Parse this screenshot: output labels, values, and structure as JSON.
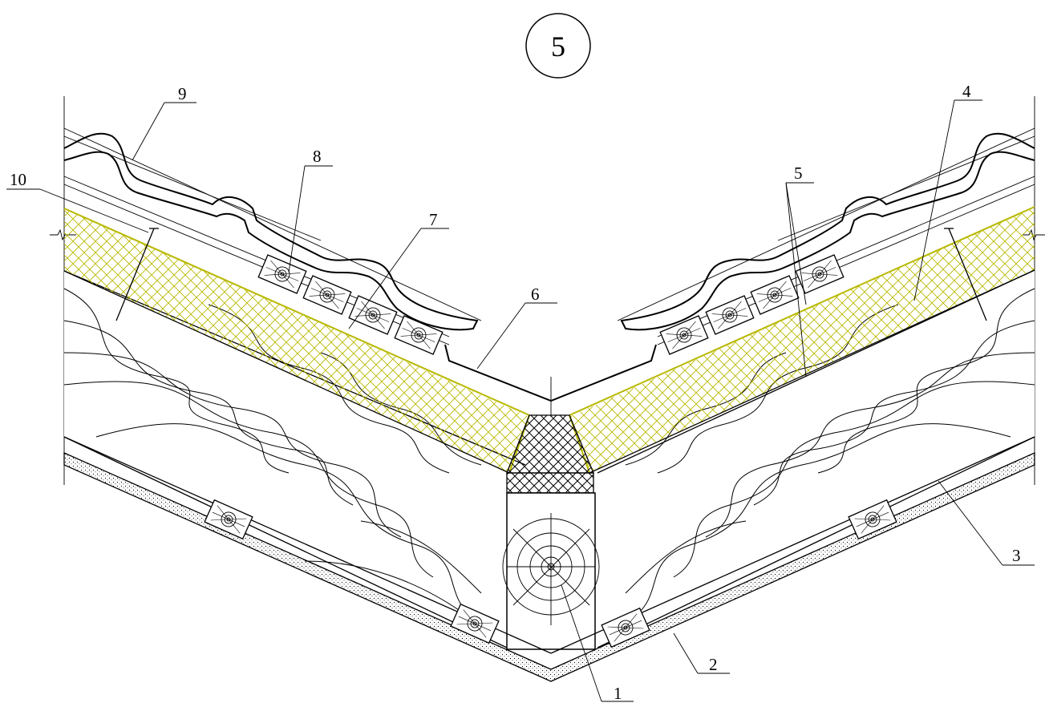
{
  "sheet": {
    "detail_number": "5"
  },
  "callouts": [
    {
      "id": "1",
      "text": "1"
    },
    {
      "id": "2",
      "text": "2"
    },
    {
      "id": "3",
      "text": "3"
    },
    {
      "id": "4",
      "text": "4"
    },
    {
      "id": "5",
      "text": "5"
    },
    {
      "id": "6",
      "text": "6"
    },
    {
      "id": "7",
      "text": "7"
    },
    {
      "id": "8",
      "text": "8"
    },
    {
      "id": "9",
      "text": "9"
    },
    {
      "id": "10",
      "text": "10"
    }
  ],
  "colors": {
    "line": "#000000",
    "insulation": "#b8b800",
    "background": "#ffffff"
  }
}
